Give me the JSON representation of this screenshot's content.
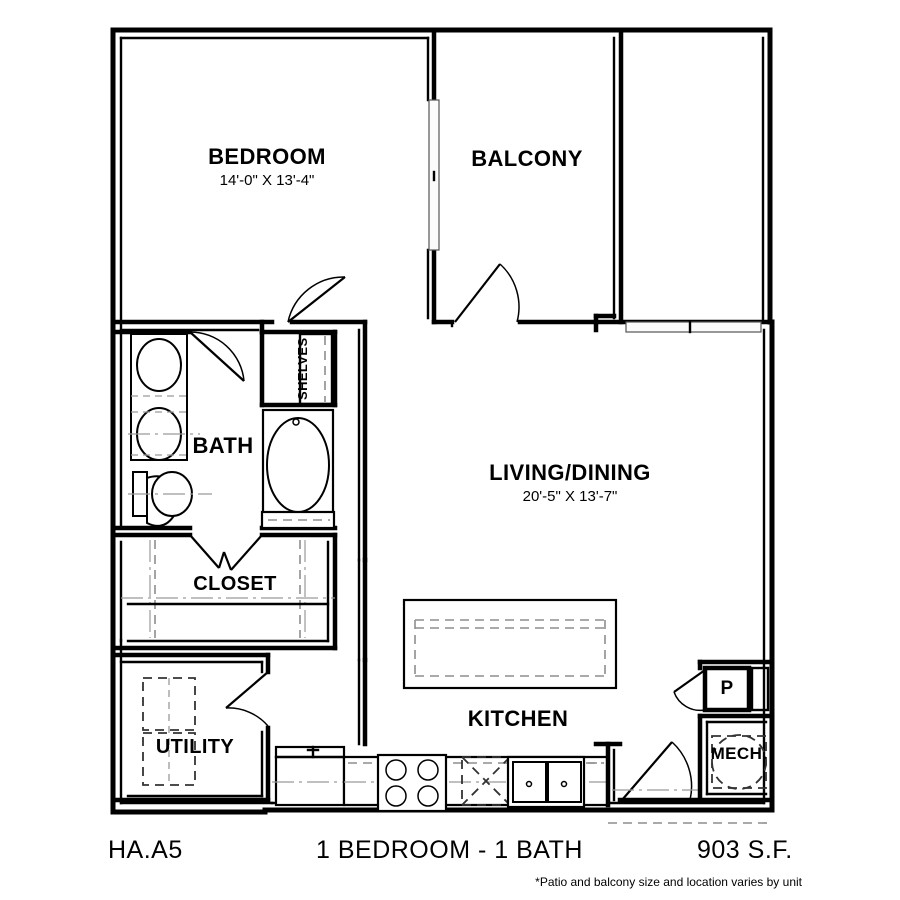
{
  "document": {
    "type": "apartment-floor-plan",
    "background_color": "#ffffff",
    "line_color": "#000000"
  },
  "rooms": [
    {
      "key": "bedroom",
      "name": "BEDROOM",
      "dimensions": "14'-0\" X 13'-4\""
    },
    {
      "key": "balcony",
      "name": "BALCONY",
      "dimensions": ""
    },
    {
      "key": "bath",
      "name": "BATH",
      "dimensions": ""
    },
    {
      "key": "shelves",
      "name": "SHELVES",
      "dimensions": ""
    },
    {
      "key": "closet",
      "name": "CLOSET",
      "dimensions": ""
    },
    {
      "key": "utility",
      "name": "UTILITY",
      "dimensions": ""
    },
    {
      "key": "living_dining",
      "name": "LIVING/DINING",
      "dimensions": "20'-5\" X 13'-7\""
    },
    {
      "key": "kitchen",
      "name": "KITCHEN",
      "dimensions": ""
    },
    {
      "key": "pantry",
      "name": "P",
      "dimensions": ""
    },
    {
      "key": "mechanical",
      "name": "MECH.",
      "dimensions": ""
    }
  ],
  "footer": {
    "plan_code": "HA.A5",
    "plan_title": "1 BEDROOM - 1 BATH",
    "area": "903 S.F.",
    "note": "*Patio and balcony size and location varies by unit"
  }
}
